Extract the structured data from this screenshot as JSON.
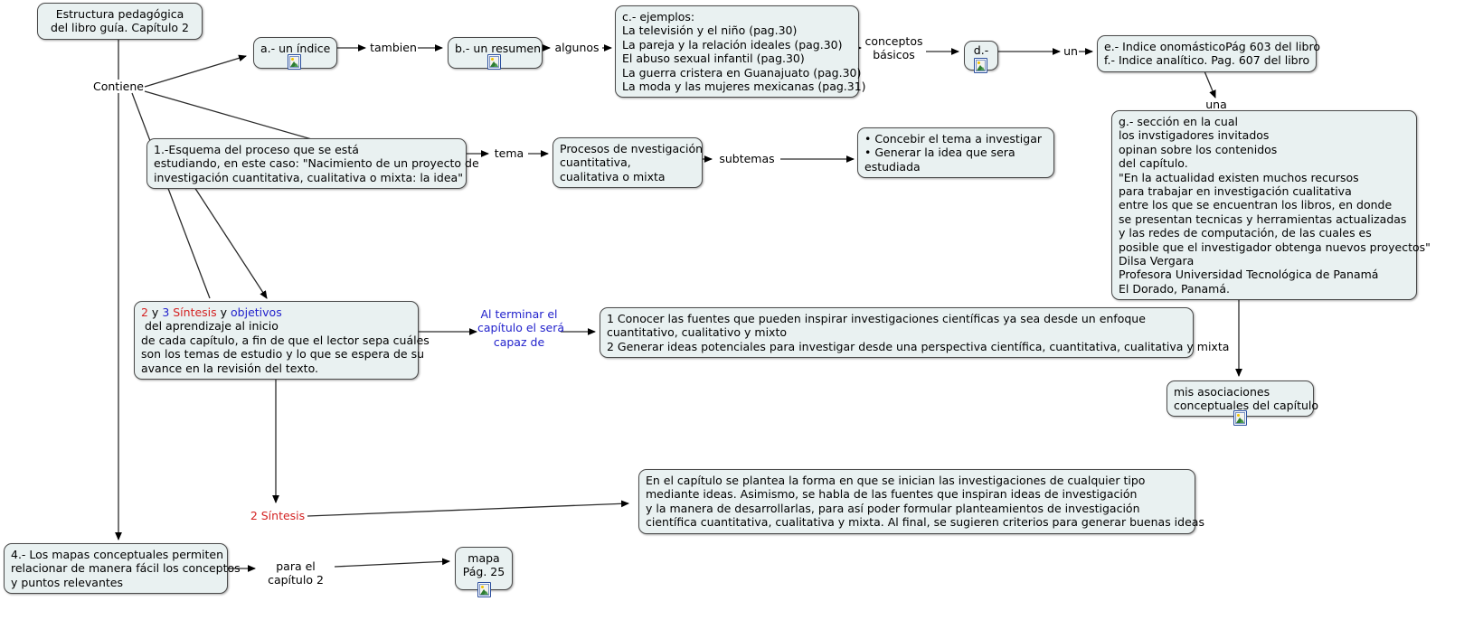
{
  "document": {
    "type": "concept-map",
    "title": "Estructura pedagógica del libro guía. Capítulo 2"
  },
  "nodes": {
    "root": "Estructura pedagógica\ndel libro guía. Capítulo 2",
    "indice": "a.- un índice",
    "resumen": "b.- un resumen",
    "ejemplos": "c.- ejemplos:\nLa televisión y el niño (pag.30)\nLa pareja y la relación ideales (pag.30)\nEl abuso sexual infantil (pag.30)\nLa guerra cristera en Guanajuato (pag.30)\nLa moda y las mujeres mexicanas (pag.31)",
    "d_node": "d.-",
    "indices": "e.- Indice onomásticoPág 603 del libro\nf.- Indice analítico. Pag. 607 del libro",
    "seccion": "g.- sección en la cual\nlos invstigadores invitados\nopinan sobre los contenidos\ndel capítulo.\n\"En la actualidad existen muchos recursos\npara trabajar en investigación cualitativa\nentre los que se encuentran los libros, en donde\nse presentan tecnicas y herramientas actualizadas\ny las redes de computación, de las cuales es\nposible que el investigador obtenga nuevos proyectos\"\nDilsa Vergara\nProfesora Universidad Tecnológica de Panamá\nEl Dorado, Panamá.",
    "esquema": "1.-Esquema del proceso que se está\nestudiando, en este caso: \"Nacimiento de un proyecto de\ninvestigación cuantitativa, cualitativa o mixta: la idea\"",
    "procesos": "Procesos de nvestigación\ncuantitativa,\ncualitativa o mixta",
    "concebir": "• Concebir el tema a investigar\n• Generar la idea que sera\nestudiada",
    "sintesis_objetivos": {
      "seg_1": "2",
      "seg_2": " y ",
      "seg_3": "3",
      "seg_4": "  ",
      "seg_5": "Síntesis",
      "seg_6": " y ",
      "seg_7": "objetivos",
      "seg_8": " del aprendizaje al inicio\nde cada capítulo, a fin de que el lector sepa cuáles\nson los temas de estudio y lo que se espera de su\navance en la revisión del texto."
    },
    "capaz": "1 Conocer las fuentes que pueden inspirar investigaciones científicas ya sea desde un enfoque\ncuantitativo, cualitativo y mixto\n2 Generar ideas potenciales para investigar desde una perspectiva científica, cuantitativa, cualitativa y mixta",
    "asociaciones": "mis asociaciones\nconceptuales del capítulo",
    "resumen_cap": "En el capítulo se plantea la forma en que se inician las investigaciones de cualquier tipo\nmediante ideas. Asimismo, se habla de las fuentes que inspiran ideas de investigación\ny la manera de desarrollarlas, para así poder formular planteamientos de investigación\ncientífica cuantitativa, cualitativa y mixta. Al final, se sugieren criterios para generar buenas ideas",
    "mapas": "4.- Los mapas conceptuales permiten\nrelacionar de manera fácil los conceptos\ny puntos relevantes",
    "mapa_pag": "mapa\nPág. 25"
  },
  "link_labels": {
    "contiene": "Contiene",
    "tambien": "tambien",
    "algunos": "algunos",
    "conceptos_basicos": "conceptos\nbásicos",
    "un": "un",
    "una": "una",
    "tema": "tema",
    "subtemas": "subtemas",
    "al_terminar": "Al terminar el\ncapítulo el será\ncapaz de",
    "dos_sintesis": "2 Síntesis",
    "para_el_capitulo": "para el\ncapítulo 2"
  },
  "icons": {
    "image_icon": "image-icon"
  },
  "colors": {
    "node_fill": "#e9f1f1",
    "node_border": "#4a4a4a",
    "red_text": "#d42222",
    "blue_text": "#2222cc",
    "edge": "#000000",
    "background": "#ffffff"
  }
}
